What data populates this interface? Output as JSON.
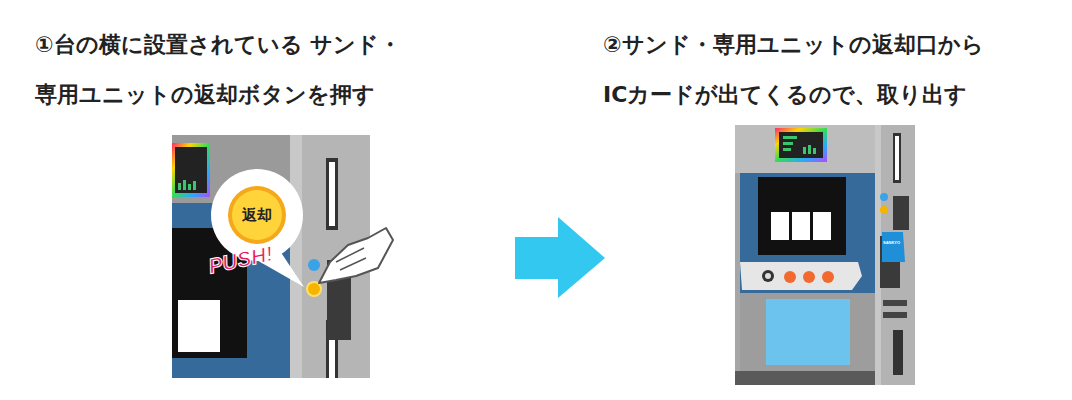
{
  "diagram": {
    "nodes": [
      {
        "text": [
          "返却"
        ]
      }
    ],
    "labels": [
      "①台の横に設置されている サンド・専用ユニットの返却ボタンを押す",
      "②サンド・専用ユニットの返却口から ICカードが出てくるので、取り出す",
      "PUSH!",
      "SANKYO"
    ]
  }
}
